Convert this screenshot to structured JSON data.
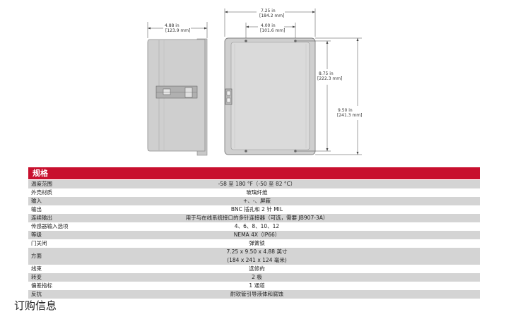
{
  "drawing": {
    "side_width": {
      "in": "4.88 in",
      "mm": "[123.9 mm]"
    },
    "front_width": {
      "in": "7.25 in",
      "mm": "[184.2 mm]"
    },
    "mount_width": {
      "in": "4.00 in",
      "mm": "[101.6 mm]"
    },
    "mount_height": {
      "in": "8.75 in",
      "mm": "[222.3 mm]"
    },
    "total_height": {
      "in": "9.50 in",
      "mm": "[241.3 mm]"
    }
  },
  "specs": {
    "title": "规格",
    "rows": [
      {
        "label": "温度范围",
        "value": [
          "-58 至 180 °F（-50 至 82 °C）"
        ]
      },
      {
        "label": "外壳材质",
        "value": [
          "玻璃纤维"
        ]
      },
      {
        "label": "输入",
        "value": [
          "+、-、屏蔽"
        ]
      },
      {
        "label": "输出",
        "value": [
          "BNC 插孔和 2 针 MIL"
        ]
      },
      {
        "label": "连续输出",
        "value": [
          "用于与在线系统接口的多针连接器（可选，需要 JB907-3A）"
        ]
      },
      {
        "label": "传感器输入选项",
        "value": [
          "4、6、8、10、12"
        ]
      },
      {
        "label": "等级",
        "value": [
          "NEMA 4X（IP66）"
        ]
      },
      {
        "label": "门关闭",
        "value": [
          "弹簧锁"
        ]
      },
      {
        "label": "方面",
        "value": [
          "7.25 x 9.50 x 4.88 英寸",
          "(184 x 241 x 124 毫米)"
        ]
      },
      {
        "label": "线束",
        "value": [
          "选修的"
        ]
      },
      {
        "label": "转变",
        "value": [
          "2 极"
        ]
      },
      {
        "label": "偏差指标",
        "value": [
          "1 通道"
        ]
      },
      {
        "label": "反抗",
        "value": [
          "耐软管引导液体和腐蚀"
        ]
      }
    ]
  },
  "order_heading": "订购信息"
}
